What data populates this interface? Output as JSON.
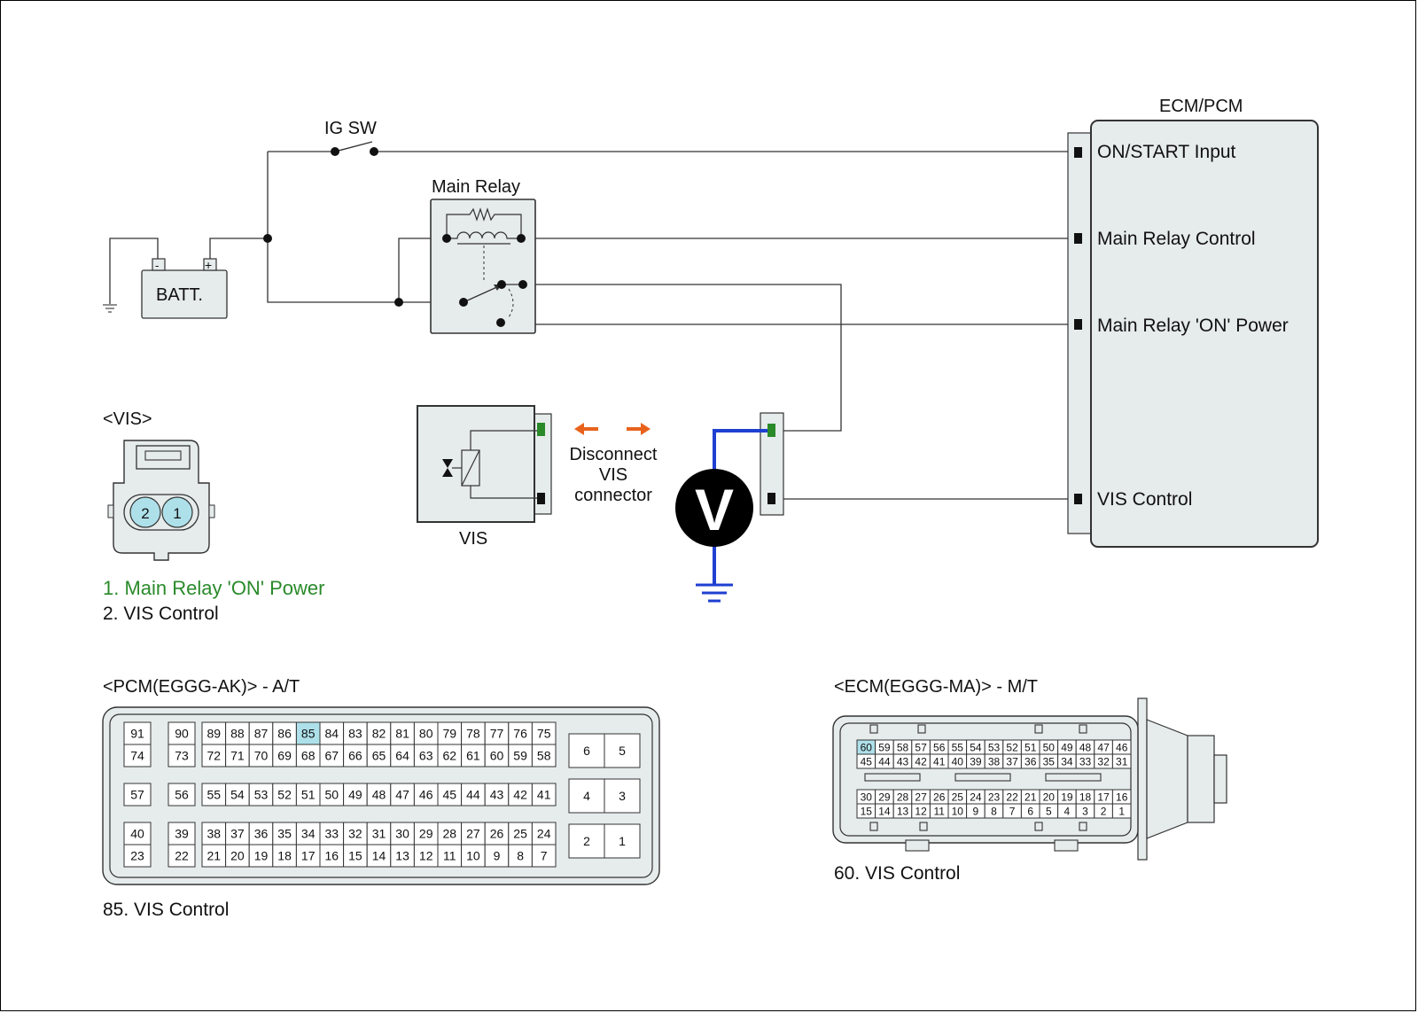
{
  "labels": {
    "ig_sw": "IG SW",
    "main_relay": "Main Relay",
    "batt": "BATT.",
    "batt_minus": "-",
    "batt_plus": "+",
    "ecm_pcm": "ECM/PCM",
    "on_start_input": "ON/START Input",
    "main_relay_control": "Main Relay Control",
    "main_relay_on_power": "Main Relay 'ON' Power",
    "vis_control": "VIS Control",
    "vis_header": "<VIS>",
    "vis_component": "VIS",
    "disconnect_line1": "Disconnect",
    "disconnect_line2": "VIS",
    "disconnect_line3": "connector",
    "voltmeter": "V",
    "vis_pin1": "1",
    "vis_pin2": "2",
    "vis_pin1_desc": "1. Main Relay 'ON' Power",
    "vis_pin2_desc": "2. VIS Control",
    "pcm_header": "<PCM(EGGG-AK)> - A/T",
    "pcm_note": "85. VIS Control",
    "ecm_header": "<ECM(EGGG-MA)> - M/T",
    "ecm_note": "60. VIS Control"
  },
  "colors": {
    "wire": "#333333",
    "probe_wire": "#1f3fd1",
    "highlight_green": "#2a8a2a",
    "arrow_orange": "#e8621c",
    "pin_highlight": "#aee0ea",
    "connector_fill": "#e6ebeb"
  },
  "pcm_pins": {
    "g1_top": [
      "91"
    ],
    "g1_bot": [
      "74"
    ],
    "g2_top": [
      "90"
    ],
    "g2_bot": [
      "73"
    ],
    "g3_top": [
      "89",
      "88",
      "87",
      "86",
      "85",
      "84",
      "83",
      "82",
      "81",
      "80",
      "79",
      "78",
      "77",
      "76",
      "75"
    ],
    "g3_bot": [
      "72",
      "71",
      "70",
      "69",
      "68",
      "67",
      "66",
      "65",
      "64",
      "63",
      "62",
      "61",
      "60",
      "59",
      "58"
    ],
    "m1": [
      "57"
    ],
    "m2": [
      "56"
    ],
    "m3": [
      "55",
      "54",
      "53",
      "52",
      "51",
      "50",
      "49",
      "48",
      "47",
      "46",
      "45",
      "44",
      "43",
      "42",
      "41"
    ],
    "b1_top": [
      "40"
    ],
    "b1_bot": [
      "23"
    ],
    "b2_top": [
      "39"
    ],
    "b2_bot": [
      "22"
    ],
    "b3_top": [
      "38",
      "37",
      "36",
      "35",
      "34",
      "33",
      "32",
      "31",
      "30",
      "29",
      "28",
      "27",
      "26",
      "25",
      "24"
    ],
    "b3_bot": [
      "21",
      "20",
      "19",
      "18",
      "17",
      "16",
      "15",
      "14",
      "13",
      "12",
      "11",
      "10",
      "9",
      "8",
      "7"
    ],
    "right_rows": [
      [
        "6",
        "5"
      ],
      [
        "4",
        "3"
      ],
      [
        "2",
        "1"
      ]
    ],
    "highlight": "85"
  },
  "ecm_pins": {
    "r1": [
      "60",
      "59",
      "58",
      "57",
      "56",
      "55",
      "54",
      "53",
      "52",
      "51",
      "50",
      "49",
      "48",
      "47",
      "46"
    ],
    "r2": [
      "45",
      "44",
      "43",
      "42",
      "41",
      "40",
      "39",
      "38",
      "37",
      "36",
      "35",
      "34",
      "33",
      "32",
      "31"
    ],
    "r3": [
      "30",
      "29",
      "28",
      "27",
      "26",
      "25",
      "24",
      "23",
      "22",
      "21",
      "20",
      "19",
      "18",
      "17",
      "16"
    ],
    "r4": [
      "15",
      "14",
      "13",
      "12",
      "11",
      "10",
      "9",
      "8",
      "7",
      "6",
      "5",
      "4",
      "3",
      "2",
      "1"
    ],
    "highlight": "60"
  }
}
